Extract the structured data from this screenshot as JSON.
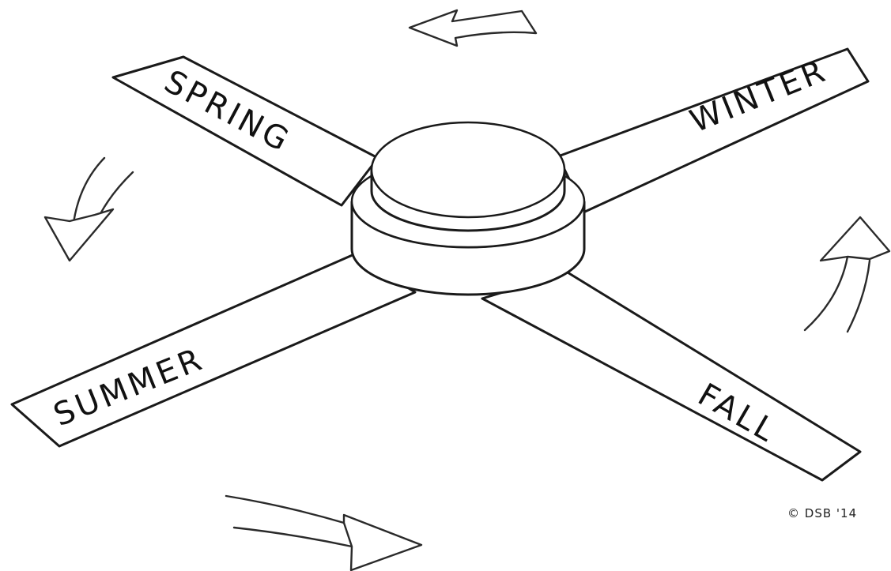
{
  "labels": {
    "spring": "SPRING",
    "winter": "WINTER",
    "summer": "SUMMER",
    "fall": "FALL"
  },
  "credit": "© DSB '14",
  "colors": {
    "ink": "#1a1a1a",
    "paper": "#ffffff"
  }
}
